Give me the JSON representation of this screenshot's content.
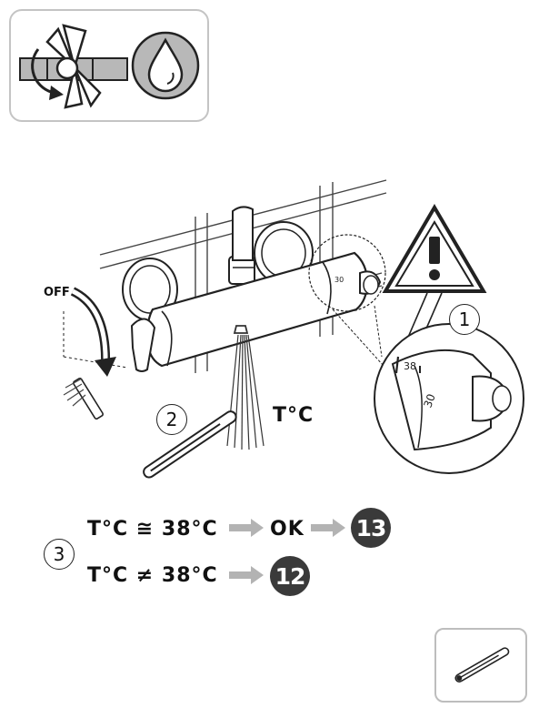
{
  "top_icon_panel": {
    "icons": [
      "valve-open-rotate-icon",
      "water-drop-icon"
    ]
  },
  "diagram": {
    "off_label": "OFF",
    "step_2_label": "2",
    "temp_label": "T°C",
    "detail": {
      "step_1_label": "1",
      "dial_mark_38": "38",
      "dial_mark_30": "30",
      "small_dial_mark": "30"
    }
  },
  "results": {
    "step_3_label": "3",
    "row_ok": {
      "condition": "T°C ≅ 38°C",
      "ok_label": "OK",
      "target_step": "13"
    },
    "row_not_ok": {
      "condition": "T°C ≠ 38°C",
      "target_step": "12"
    }
  },
  "bottom_tool_icon": "thermometer-icon",
  "colors": {
    "badge": "#3a3a3a",
    "arrow": "#b3b3b3",
    "panel_border": "#bdbdbd"
  }
}
